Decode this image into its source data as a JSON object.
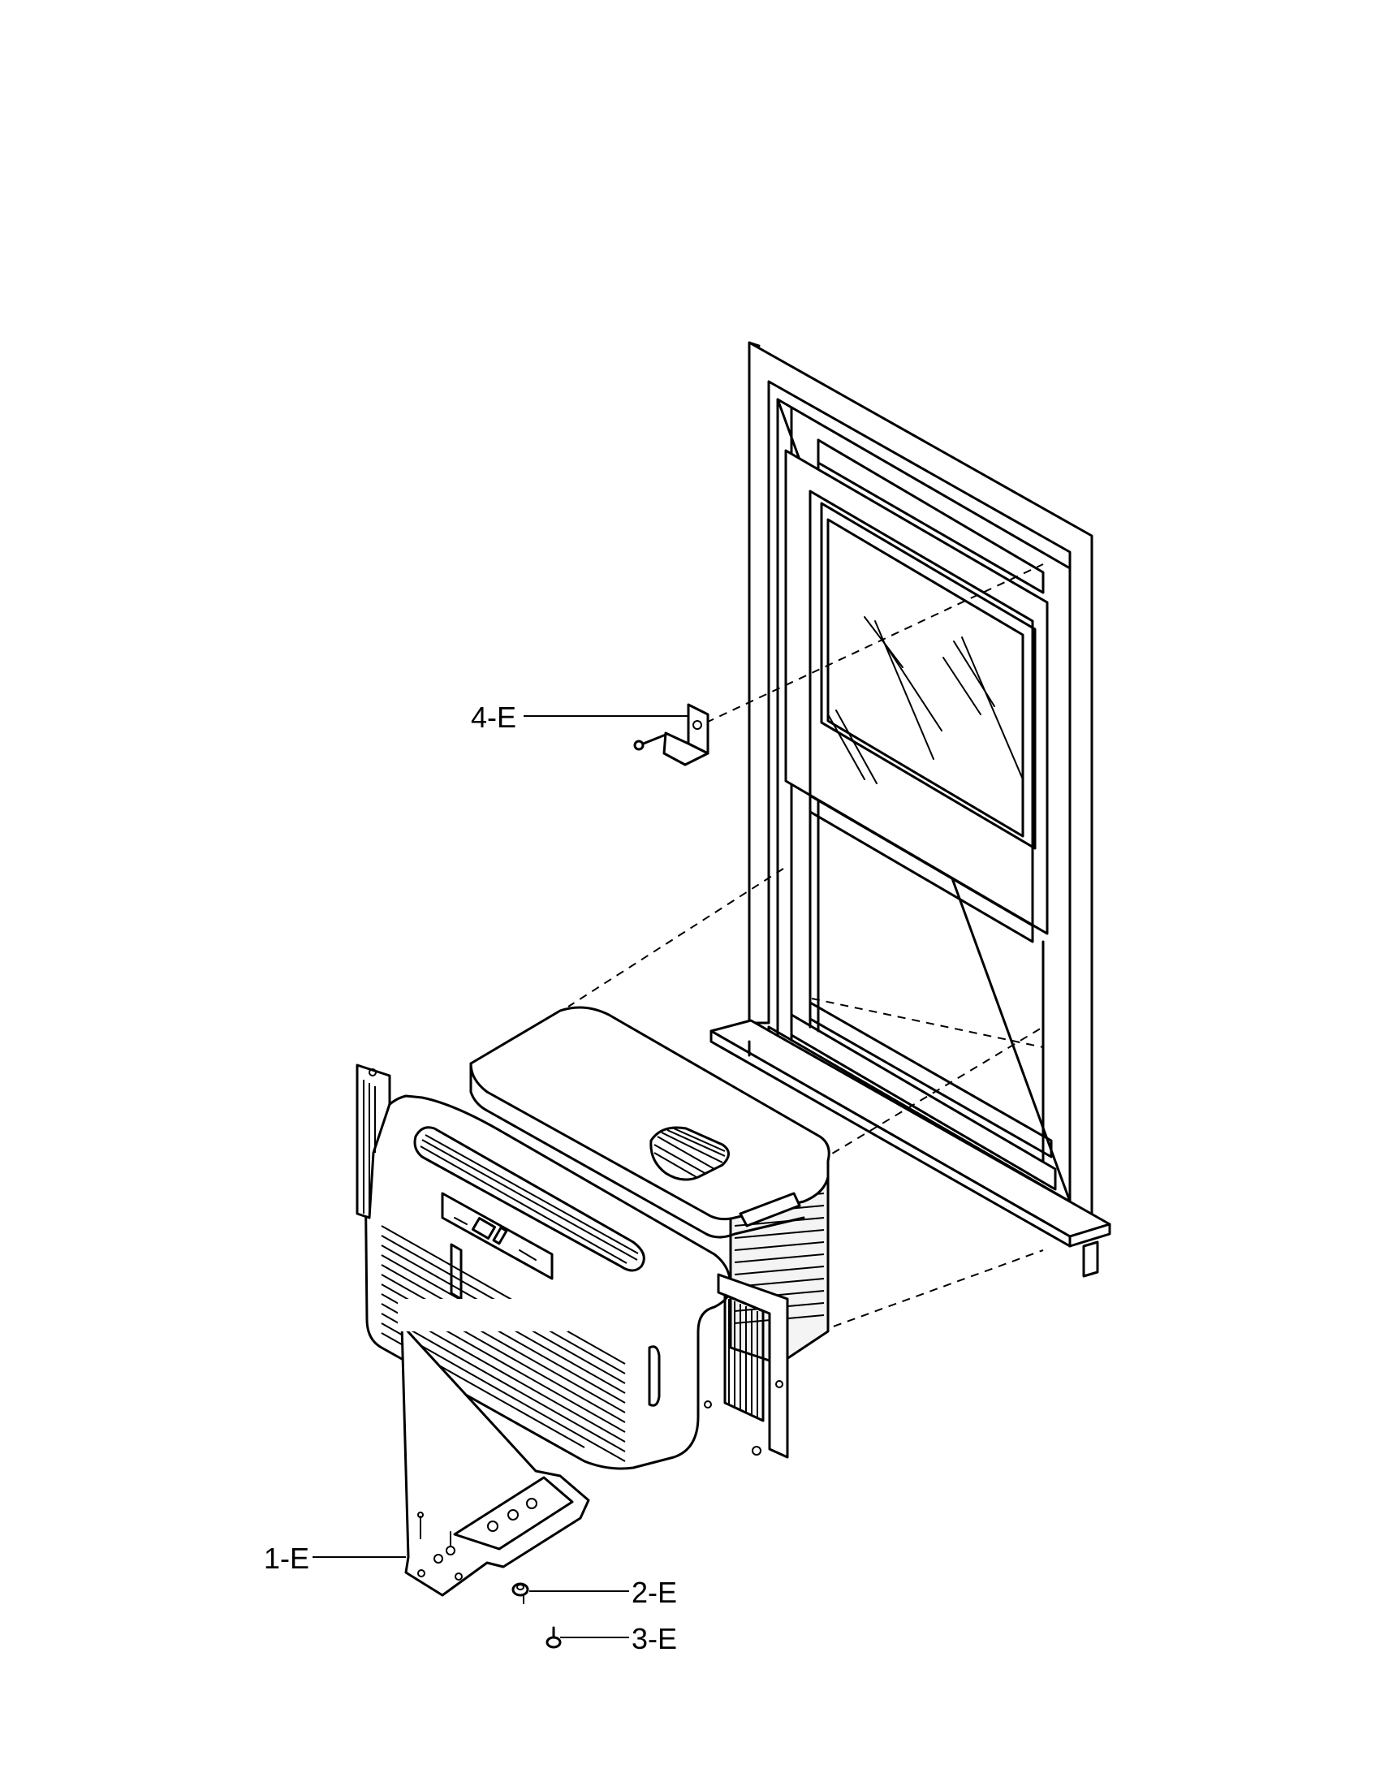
{
  "callouts": {
    "part_1": "1-E",
    "part_2": "2-E",
    "part_3": "3-E",
    "part_4": "4-E"
  },
  "colors": {
    "line": "#000000",
    "background": "#ffffff"
  }
}
